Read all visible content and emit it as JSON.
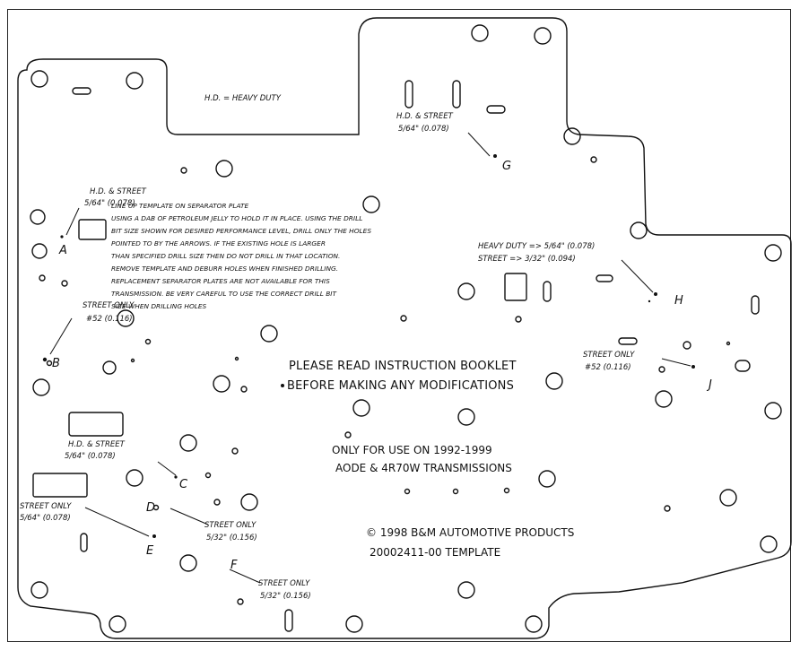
{
  "legend_hd": "H.D. = HEAVY DUTY",
  "instructions": [
    "LINE UP TEMPLATE ON SEPARATOR PLATE",
    "USING A DAB OF PETROLEUM JELLY TO HOLD IT IN PLACE.  USING THE DRILL",
    "BIT SIZE SHOWN FOR DESIRED PERFORMANCE LEVEL, DRILL ONLY THE HOLES",
    "POINTED TO BY THE ARROWS.  IF THE EXISTING HOLE IS LARGER",
    "THAN SPECIFIED DRILL SIZE THEN DO NOT DRILL IN THAT LOCATION.",
    "REMOVE TEMPLATE AND DEBURR HOLES WHEN FINISHED DRILLING.",
    "REPLACEMENT SEPARATOR PLATES ARE NOT AVAILABLE FOR THIS",
    "TRANSMISSION.  BE VERY CAREFUL TO USE THE CORRECT DRILL BIT",
    "SIZE WHEN DRILLING HOLES"
  ],
  "warning": [
    "PLEASE READ INSTRUCTION BOOKLET",
    "BEFORE MAKING ANY MODIFICATIONS"
  ],
  "usage": [
    "ONLY FOR USE ON 1992-1999",
    "AODE & 4R70W TRANSMISSIONS"
  ],
  "copyright": [
    "© 1998 B&M AUTOMOTIVE PRODUCTS",
    "20002411-00 TEMPLATE"
  ],
  "callouts": {
    "A": {
      "letter": "A",
      "line1": "H.D. & STREET",
      "line2": "5/64\" (0.078)"
    },
    "B": {
      "letter": "B",
      "line1": "STREET ONLY",
      "line2": "#52 (0.116)"
    },
    "C": {
      "letter": "C",
      "line1": "H.D. & STREET",
      "line2": "5/64\" (0.078)"
    },
    "D": {
      "letter": "D",
      "line1": "STREET ONLY",
      "line2": "5/32\" (0.156)"
    },
    "E": {
      "letter": "E",
      "line1": "STREET ONLY",
      "line2": "5/64\" (0.078)"
    },
    "F": {
      "letter": "F",
      "line1": "STREET ONLY",
      "line2": "5/32\" (0.156)"
    },
    "G": {
      "letter": "G",
      "line1": "H.D. & STREET",
      "line2": "5/64\" (0.078)"
    },
    "H": {
      "letter": "H",
      "line1": "HEAVY DUTY => 5/64\" (0.078)",
      "line2": "STREET => 3/32\" (0.094)"
    },
    "J": {
      "letter": "J",
      "line1": "STREET ONLY",
      "line2": "#52 (0.116)"
    }
  }
}
